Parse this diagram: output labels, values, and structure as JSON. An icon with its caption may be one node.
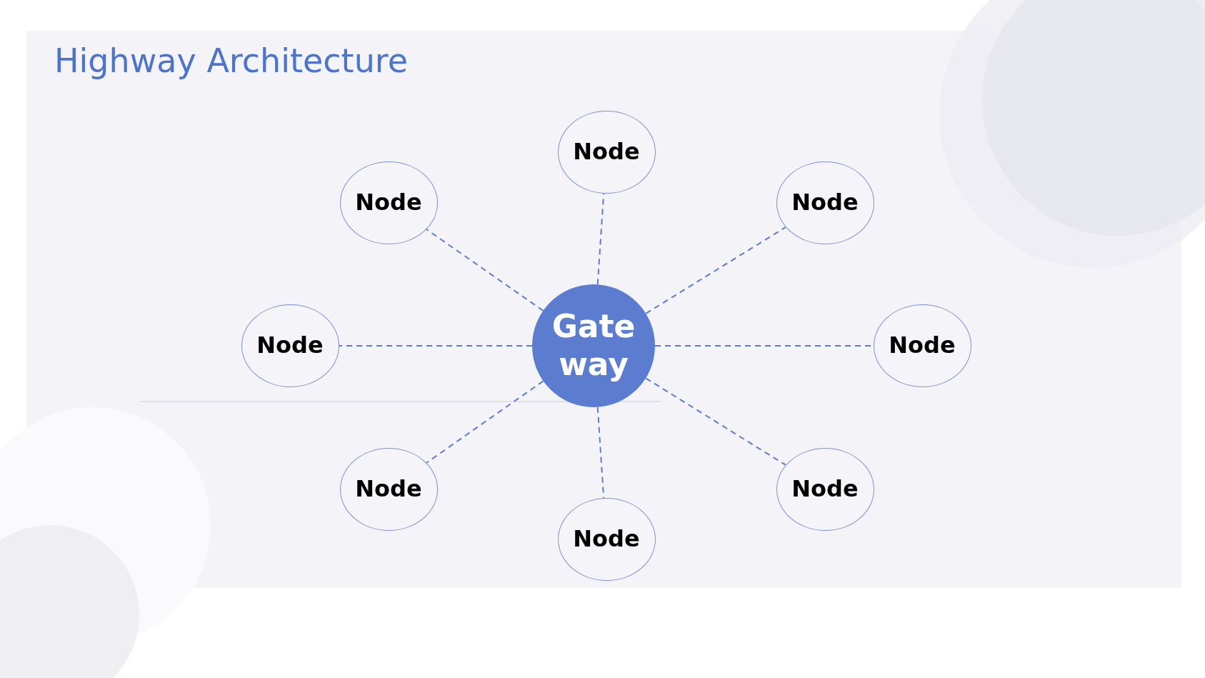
{
  "diagram": {
    "title": "Highway Architecture",
    "nodes": [
      {
        "text": [
          "Node"
        ]
      },
      {
        "text": [
          "Node"
        ]
      },
      {
        "text": [
          "Node"
        ]
      },
      {
        "text": [
          "Node"
        ]
      },
      {
        "text": [
          "Gate way"
        ]
      },
      {
        "text": [
          "Node"
        ]
      },
      {
        "text": [
          "Node"
        ]
      },
      {
        "text": [
          "Node"
        ]
      },
      {
        "text": [
          "Node"
        ]
      }
    ],
    "edges": [
      {
        "from": 4,
        "to": 0,
        "arrow": "none",
        "style": "dashed"
      },
      {
        "from": 4,
        "to": 1,
        "arrow": "none",
        "style": "dashed"
      },
      {
        "from": 4,
        "to": 2,
        "arrow": "none",
        "style": "dashed"
      },
      {
        "from": 4,
        "to": 3,
        "arrow": "none",
        "style": "dashed"
      },
      {
        "from": 4,
        "to": 5,
        "arrow": "none",
        "style": "dashed"
      },
      {
        "from": 4,
        "to": 6,
        "arrow": "none",
        "style": "dashed"
      },
      {
        "from": 4,
        "to": 7,
        "arrow": "none",
        "style": "dashed"
      },
      {
        "from": 4,
        "to": 8,
        "arrow": "none",
        "style": "dashed"
      }
    ]
  }
}
